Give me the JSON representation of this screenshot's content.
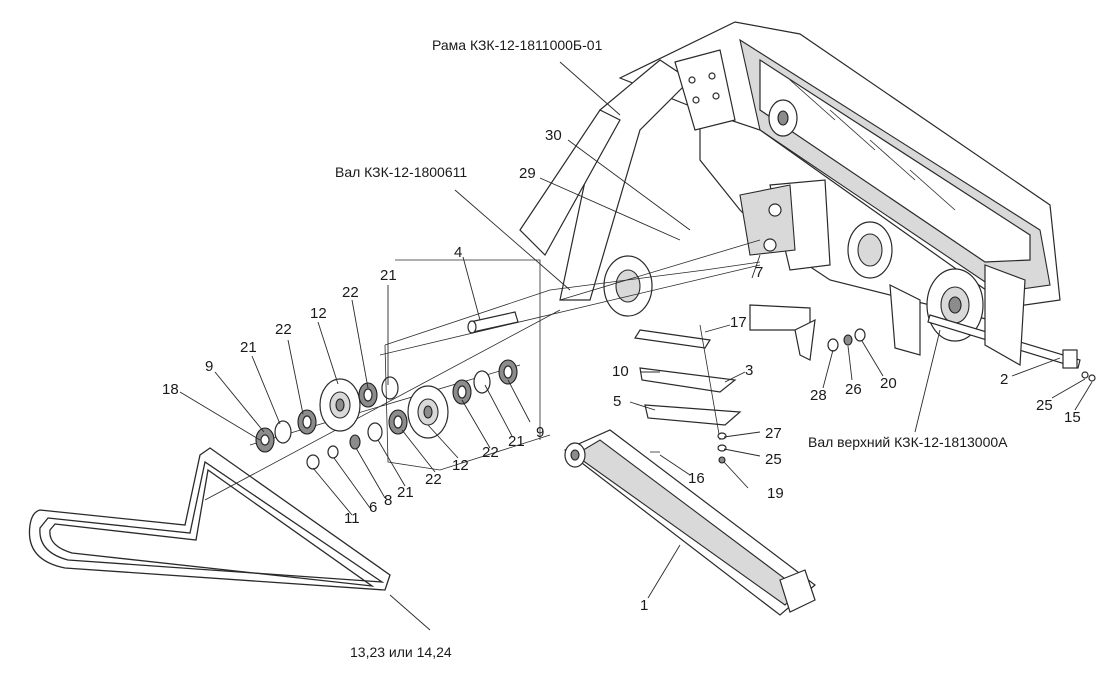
{
  "callouts": {
    "frame": "Рама КЗК-12-1811000Б-01",
    "shaft": "Вал КЗК-12-1800611",
    "upper_shaft": "Вал верхний КЗК-12-1813000А",
    "belt": "13,23 или 14,24"
  },
  "positions": {
    "p30": "30",
    "p29": "29",
    "p4": "4",
    "p21a": "21",
    "p22a": "22",
    "p12a": "12",
    "p22b": "22",
    "p21b": "21",
    "p9a": "9",
    "p18": "18",
    "p7": "7",
    "p17": "17",
    "p10": "10",
    "p3": "3",
    "p5": "5",
    "p9b": "9",
    "p21c": "21",
    "p22c": "22",
    "p12b": "12",
    "p22d": "22",
    "p21d": "21",
    "p8": "8",
    "p6": "6",
    "p11": "11",
    "p27": "27",
    "p25a": "25",
    "p16": "16",
    "p19": "19",
    "p28": "28",
    "p26": "26",
    "p20": "20",
    "p2": "2",
    "p25b": "25",
    "p15": "15",
    "p1": "1"
  }
}
